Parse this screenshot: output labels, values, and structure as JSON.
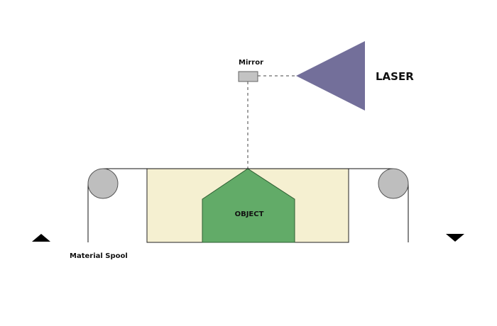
{
  "labels": {
    "mirror": "Mirror",
    "laser": "LASER",
    "object": "OBJECT",
    "material_spool": "Material Spool"
  },
  "colors": {
    "laser": "#736f9a",
    "object": "#62ab68",
    "build_area": "#f5f0d1",
    "roller": "#bebebe",
    "mirror": "#c3c3c3",
    "arrow": "#000000"
  }
}
